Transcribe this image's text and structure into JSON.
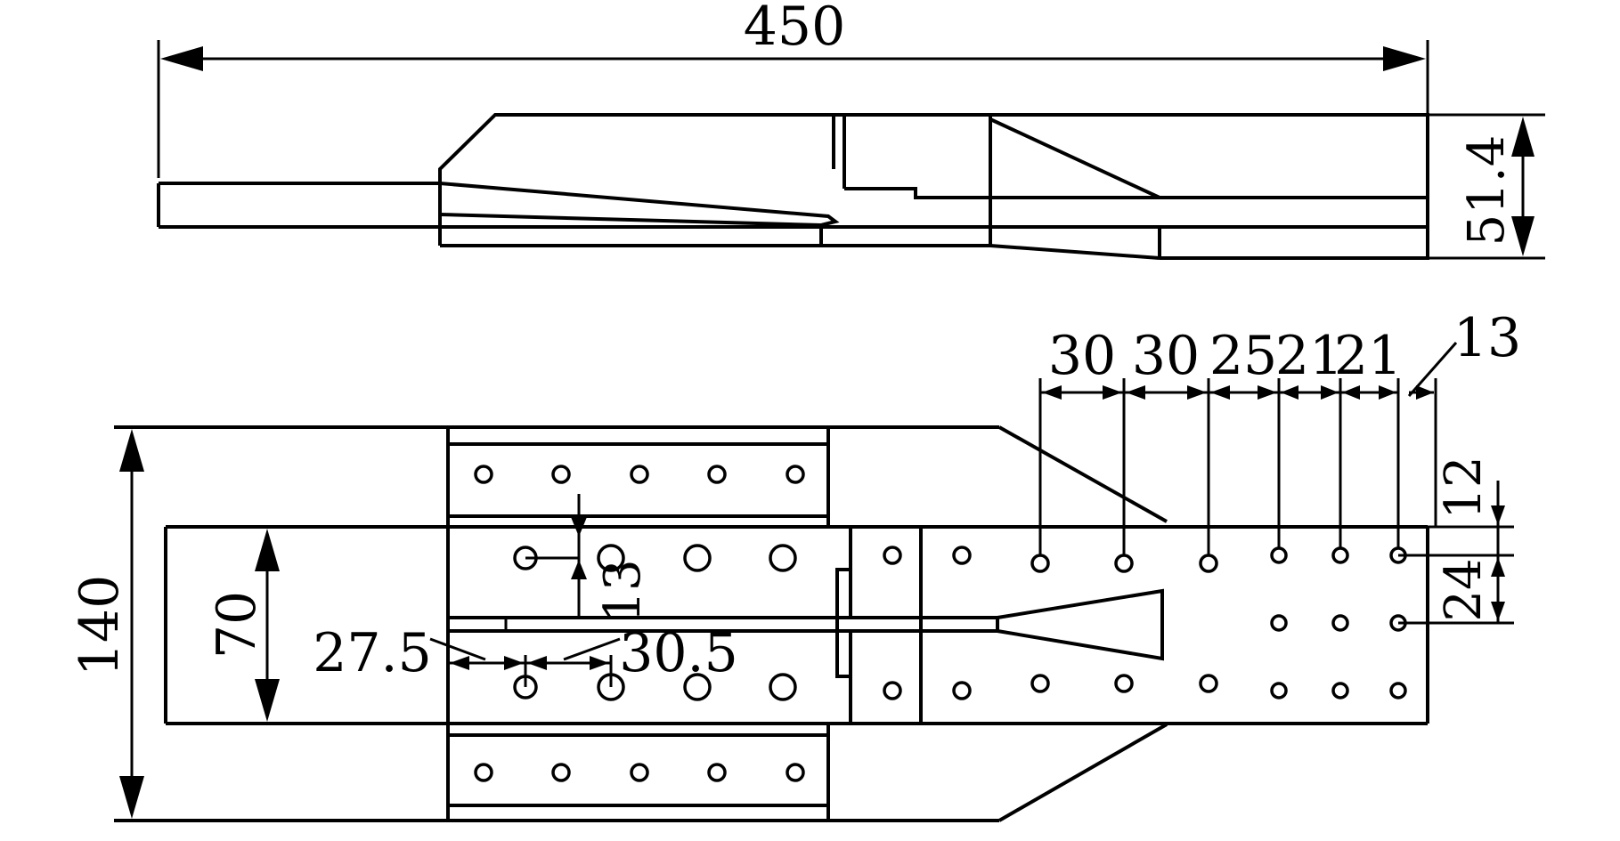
{
  "dimensions": {
    "side_total_length": "450",
    "side_height": "51.4",
    "plan_width": "140",
    "inner_width": "70",
    "spacing_1": "30",
    "spacing_2": "30",
    "spacing_3": "25",
    "spacing_4": "21",
    "spacing_5": "21",
    "edge_offset": "13",
    "row_offset": "12",
    "row_spacing": "24",
    "hole_offset": "13",
    "left_spacing": "27.5",
    "right_spacing": "30.5"
  }
}
